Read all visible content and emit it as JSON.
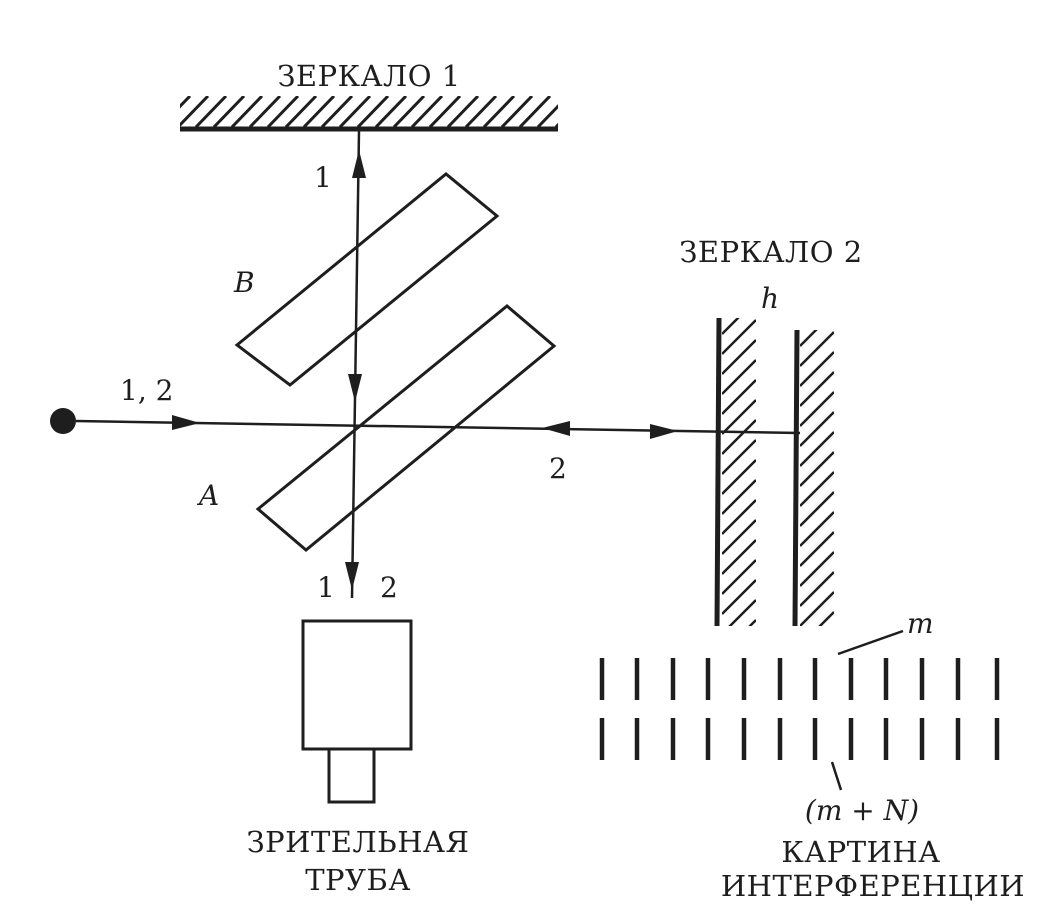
{
  "labels": {
    "mirror1": "ЗЕРКАЛО 1",
    "mirror2": "ЗЕРКАЛО 2",
    "gap": "h",
    "plate_b": "B",
    "plate_a": "A",
    "beam_in": "1, 2",
    "beam1": "1",
    "beam2": "2",
    "out1": "1",
    "out2": "2",
    "fringe_m": "m",
    "fringe_mn": "(m + N)",
    "telescope_line1": "ЗРИТЕЛЬНАЯ",
    "telescope_line2": "ТРУБА",
    "pattern_line1": "КАРТИНА",
    "pattern_line2": "ИНТЕРФЕРЕНЦИИ"
  },
  "colors": {
    "ink": "#1e1e1e",
    "background": "#ffffff"
  }
}
